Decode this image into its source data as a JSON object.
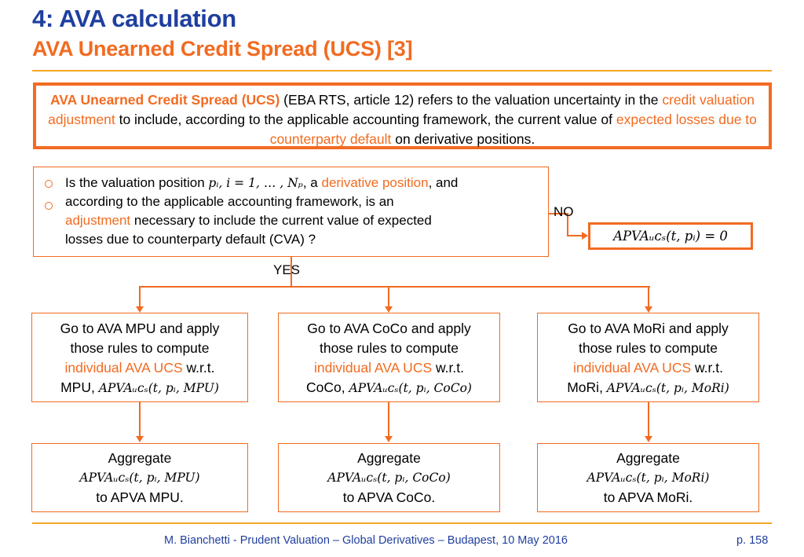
{
  "header": {
    "title": "4: AVA calculation",
    "subtitle": "AVA Unearned Credit Spread (UCS) [3]"
  },
  "definition": {
    "term": "AVA Unearned Credit Spread (UCS)",
    "part1": " (EBA RTS, article 12) refers to the valuation uncertainty in the ",
    "highlight1": "credit valuation adjustment",
    "part2": " to include, according to the applicable accounting framework, the current value of ",
    "highlight2": "expected losses due to counterparty default",
    "part3": " on derivative positions."
  },
  "question": {
    "line1_a": "Is the valuation position ",
    "line1_math": "pᵢ, i = 1, … , Nₚ",
    "line1_b": ", a ",
    "line1_highlight": "derivative position",
    "line1_c": ", and",
    "line2": "according to the applicable accounting framework, is an",
    "line3_highlight": "adjustment",
    "line3_rest": " necessary to include the current value of expected",
    "line4": "losses due to counterparty default (CVA) ?"
  },
  "no_label": "NO",
  "yes_label": "YES",
  "zero_result": "APVAᵤᴄₛ(t, pᵢ) = 0",
  "branches": [
    {
      "l1": "Go to AVA MPU and apply",
      "l2": "those rules to compute",
      "l3_highlight": "individual AVA UCS",
      "l3_rest": " w.r.t.",
      "l4_text": "MPU, ",
      "l4_math": "APVAᵤᴄₛ(t, pᵢ, MPU)",
      "agg_title": "Aggregate",
      "agg_math": "APVAᵤᴄₛ(t, pᵢ, MPU)",
      "agg_to": "to APVA MPU."
    },
    {
      "l1": "Go to AVA CoCo and apply",
      "l2": "those rules to compute",
      "l3_highlight": "individual AVA UCS",
      "l3_rest": " w.r.t.",
      "l4_text": "CoCo, ",
      "l4_math": "APVAᵤᴄₛ(t, pᵢ, CoCo)",
      "agg_title": "Aggregate",
      "agg_math": "APVAᵤᴄₛ(t, pᵢ, CoCo)",
      "agg_to": "to APVA CoCo."
    },
    {
      "l1": "Go to AVA MoRi and apply",
      "l2": "those rules to compute",
      "l3_highlight": "individual AVA UCS",
      "l3_rest": " w.r.t.",
      "l4_text": "MoRi, ",
      "l4_math": "APVAᵤᴄₛ(t, pᵢ, MoRi)",
      "agg_title": "Aggregate",
      "agg_math": "APVAᵤᴄₛ(t, pᵢ, MoRi)",
      "agg_to": "to APVA MoRi."
    }
  ],
  "footer": {
    "citation": "M. Bianchetti - Prudent Valuation – Global Derivatives – Budapest, 10 May 2016",
    "page": "p. 158"
  },
  "colors": {
    "title_blue": "#1f3f9f",
    "accent_orange": "#f26b21",
    "rule_gold": "#f5a623"
  }
}
